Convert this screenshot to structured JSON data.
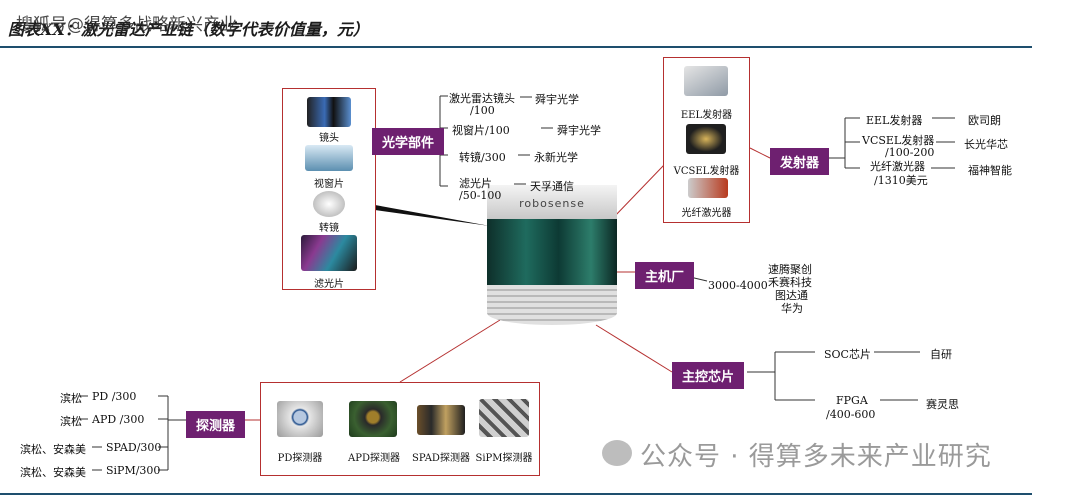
{
  "header": {
    "title": "图表XX：激光雷达产业链（数字代表价值量，元）",
    "watermark": "搜狐号@得算多战略新兴产业"
  },
  "footer": {
    "watermark": "公众号 · 得算多未来产业研究"
  },
  "center": {
    "brand": "robosense"
  },
  "optics": {
    "tag": "光学部件",
    "images": [
      "镜头",
      "视窗片",
      "转镜",
      "滤光片"
    ],
    "rows": [
      {
        "part": "激光雷达镜头",
        "value": "/100",
        "supplier": "舜宇光学"
      },
      {
        "part": "视窗片/100",
        "supplier": "舜宇光学"
      },
      {
        "part": "转镜/300",
        "supplier": "永新光学"
      },
      {
        "part": "滤光片",
        "value": "/50-100",
        "supplier": "天孚通信"
      }
    ]
  },
  "emitter": {
    "tag": "发射器",
    "images": [
      "EEL发射器",
      "VCSEL发射器",
      "光纤激光器"
    ],
    "rows": [
      {
        "part": "EEL发射器",
        "supplier": "欧司朗"
      },
      {
        "part": "VCSEL发射器",
        "value": "/100-200",
        "supplier": "长光华芯"
      },
      {
        "part": "光纤激光器",
        "value": "/1310美元",
        "supplier": "福神智能"
      }
    ]
  },
  "oem": {
    "tag": "主机厂",
    "value": "3000-4000",
    "companies": [
      "速腾聚创",
      "禾赛科技",
      "图达通",
      "华为"
    ]
  },
  "chip": {
    "tag": "主控芯片",
    "rows": [
      {
        "part": "SOC芯片",
        "supplier": "自研"
      },
      {
        "part": "FPGA",
        "value": "/400-600",
        "supplier": "赛灵思"
      }
    ]
  },
  "detector": {
    "tag": "探测器",
    "images": [
      "PD探测器",
      "APD探测器",
      "SPAD探测器",
      "SiPM探测器"
    ],
    "rows": [
      {
        "supplier": "滨松",
        "part": "PD /300"
      },
      {
        "supplier": "滨松",
        "part": "APD /300"
      },
      {
        "supplier": "滨松、安森美",
        "part": "SPAD/300"
      },
      {
        "supplier": "滨松、安森美",
        "part": "SiPM/300"
      }
    ]
  }
}
